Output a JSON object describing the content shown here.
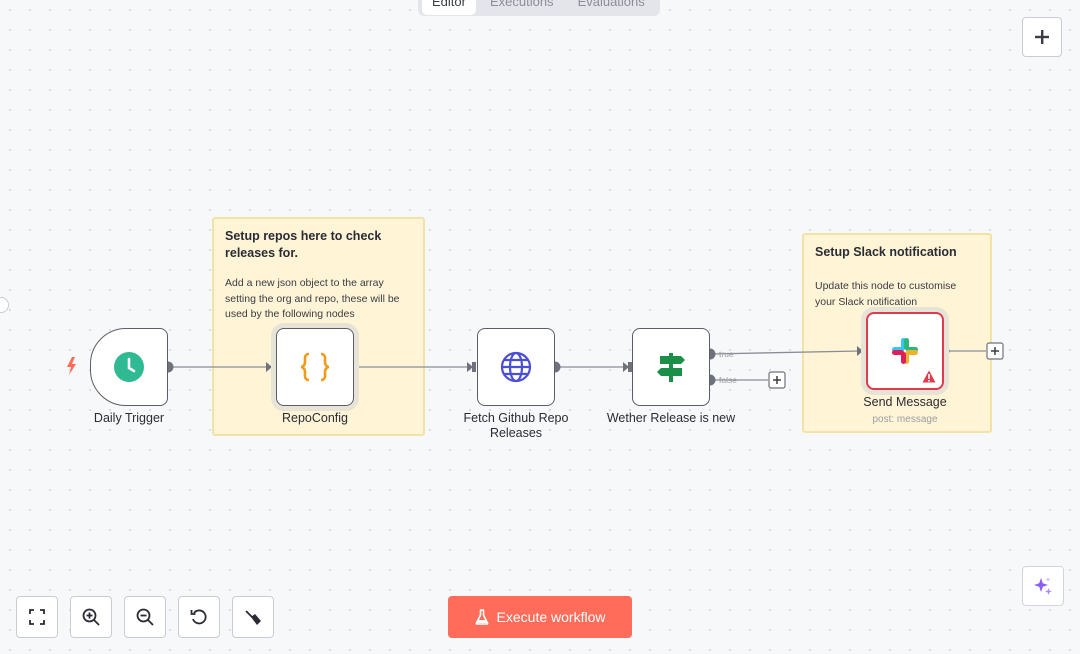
{
  "tabs": [
    {
      "label": "Editor",
      "active": true
    },
    {
      "label": "Executions",
      "active": false
    },
    {
      "label": "Evaluations",
      "active": false
    }
  ],
  "stickies": [
    {
      "title": "Setup repos here to check releases for.",
      "body": "Add a new json object to the array setting the org and repo, these will be used by the following nodes"
    },
    {
      "title": "Setup Slack notification",
      "body": "Update this node to customise your Slack notification"
    }
  ],
  "nodes": {
    "daily_trigger": {
      "label": "Daily Trigger",
      "icon": "clock-icon"
    },
    "repo_config": {
      "label": "RepoConfig",
      "icon": "code-braces-icon"
    },
    "fetch_releases": {
      "label": "Fetch Github Repo Releases",
      "icon": "globe-icon"
    },
    "if_new": {
      "label": "Wether Release is new",
      "icon": "signpost-icon",
      "true_label": "true",
      "false_label": "false"
    },
    "send_message": {
      "label": "Send Message",
      "sublabel": "post: message",
      "icon": "slack-icon",
      "status": "warning"
    }
  },
  "controls": {
    "zoom_to_fit": "fit-view-icon",
    "zoom_in": "zoom-in-icon",
    "zoom_out": "zoom-out-icon",
    "reset": "undo-icon",
    "tidy": "broom-icon"
  },
  "execute_button": {
    "label": "Execute workflow",
    "icon": "flask-icon"
  },
  "colors": {
    "accent": "#ff6d5a",
    "sticky_bg": "#fff5d6",
    "error_border": "#e03a4d",
    "clock_green": "#2fba93",
    "globe_blue": "#4b4fd6",
    "signpost_green": "#1b8f47",
    "braces_orange": "#f29b1b"
  }
}
